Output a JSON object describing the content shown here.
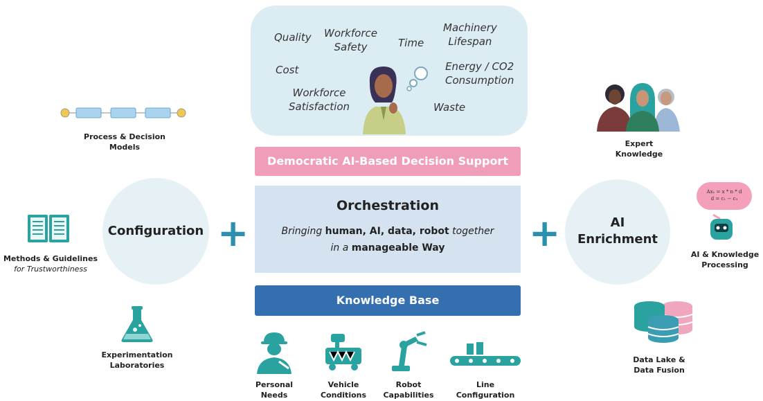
{
  "cloud": {
    "words": [
      "Quality",
      "Workforce\nSafety",
      "Time",
      "Machinery\nLifespan",
      "Cost",
      "Energy / CO2\nConsumption",
      "Workforce\nSatisfaction",
      "Waste"
    ]
  },
  "center": {
    "decision_support": "Democratic AI-Based Decision Support",
    "orchestration_title": "Orchestration",
    "orchestration_line1_a": "Bringing",
    "orchestration_line1_b": "human, AI, data, robot",
    "orchestration_line1_c": "together",
    "orchestration_line2_a": "in a",
    "orchestration_line2_b": "manageable Way",
    "knowledge_base": "Knowledge Base"
  },
  "left": {
    "configuration": "Configuration",
    "process_models": "Process & Decision\nModels",
    "methods_title": "Methods & Guidelines",
    "methods_sub": "for Trustworthiness",
    "labs": "Experimentation\nLaboratories"
  },
  "right": {
    "ai_enrichment": "AI\nEnrichment",
    "expert_knowledge": "Expert\nKnowledge",
    "ai_processing": "AI & Knowledge\nProcessing",
    "data_lake": "Data Lake &\nData Fusion",
    "formula_line1": "Ax₁ = x * n * d",
    "formula_line2": "d = c₁ − c₃"
  },
  "bottom": {
    "items": [
      "Personal\nNeeds",
      "Vehicle\nConditions",
      "Robot\nCapabilities",
      "Line\nConfiguration"
    ]
  },
  "colors": {
    "teal": "#2aa3a0",
    "pink": "#ef9db9",
    "blue": "#3470b0",
    "cloud": "#dcecf3"
  }
}
